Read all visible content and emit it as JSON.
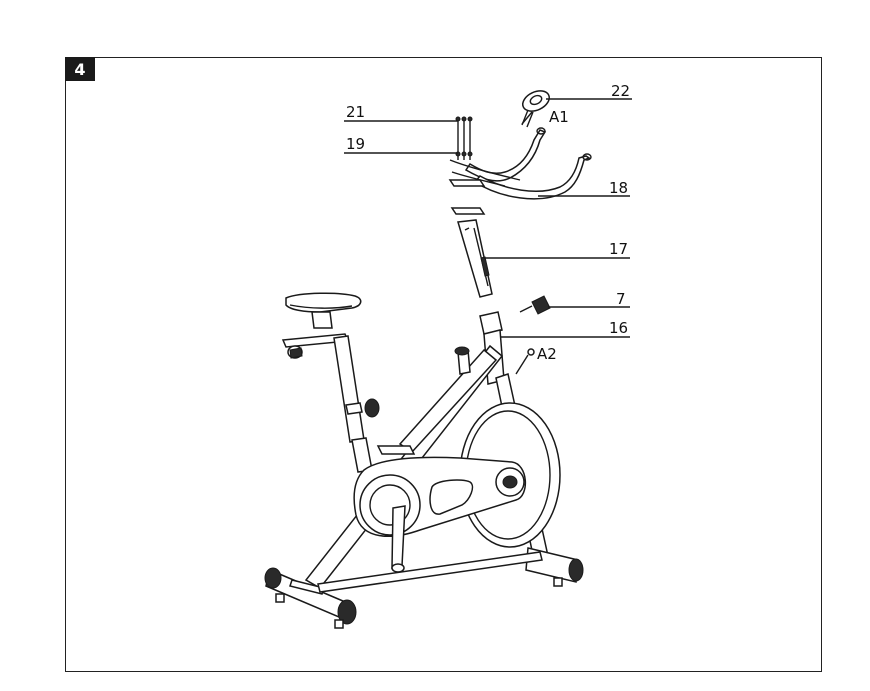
{
  "step": {
    "number": "4"
  },
  "callouts": [
    {
      "id": "22",
      "text": "22"
    },
    {
      "id": "A1",
      "text": "A1"
    },
    {
      "id": "21",
      "text": "21"
    },
    {
      "id": "19",
      "text": "19"
    },
    {
      "id": "18",
      "text": "18"
    },
    {
      "id": "17",
      "text": "17"
    },
    {
      "id": "7",
      "text": "7"
    },
    {
      "id": "16",
      "text": "16"
    },
    {
      "id": "A2",
      "text": "A2"
    }
  ]
}
